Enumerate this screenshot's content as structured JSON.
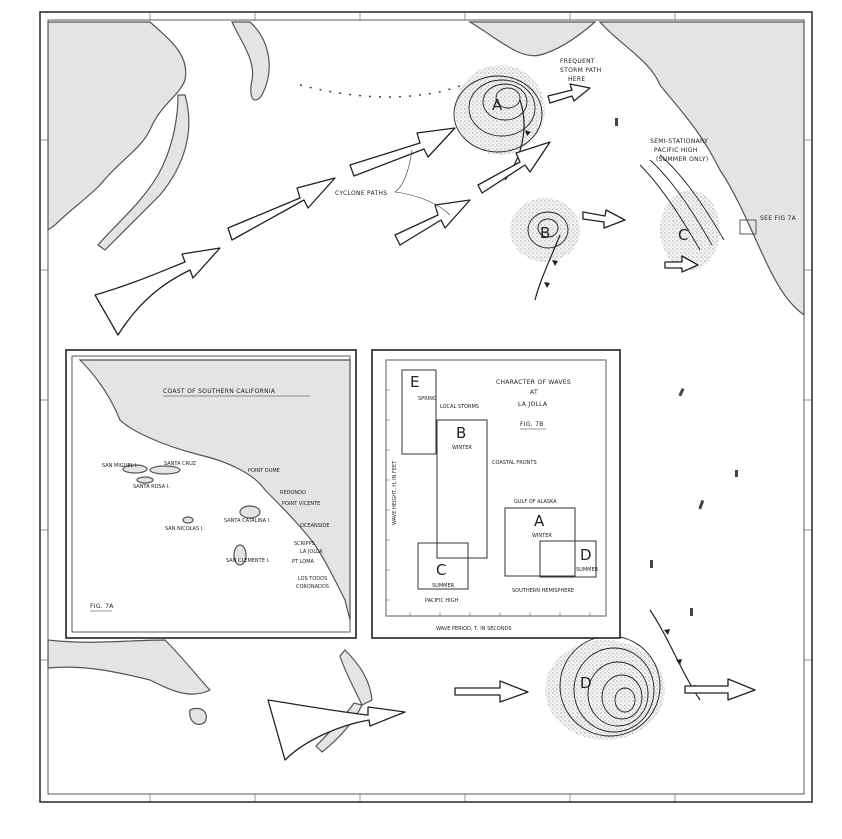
{
  "annotations": {
    "frequent_storm_path": [
      "FREQUENT",
      "STORM PATH",
      "HERE"
    ],
    "semi_stationary_high": [
      "SEMI-STATIONARY",
      "PACIFIC HIGH",
      "(SUMMER ONLY)"
    ],
    "see_fig": "SEE FIG 7A",
    "cyclone_paths": "CYCLONE PATHS"
  },
  "storm_letters": [
    "A",
    "B",
    "C",
    "D"
  ],
  "inset_a": {
    "title": "COAST OF SOUTHERN CALIFORNIA",
    "fig_label": "FIG. 7A",
    "places": [
      "SAN MIGUEL I.",
      "SANTA CRUZ",
      "SANTA ROSA I.",
      "SAN NICOLAS I.",
      "SANTA CATALINA I.",
      "SAN CLEMENTE I.",
      "POINT DUME",
      "REDONDO",
      "POINT VICENTE",
      "OCEANSIDE",
      "SCRIPPS",
      "LA JOLLA",
      "PT LOMA",
      "LOS TODOS",
      "CORONADOS"
    ]
  },
  "inset_b": {
    "title": [
      "CHARACTER OF WAVES",
      "AT",
      "LA JOLLA"
    ],
    "fig_label": "FIG. 7B",
    "xlabel": "WAVE PERIOD, T, IN SECONDS",
    "ylabel": "WAVE HEIGHT, H, IN FEET",
    "boxes": [
      {
        "letter": "E",
        "season": "SPRING",
        "source": "LOCAL STORMS"
      },
      {
        "letter": "B",
        "season": "WINTER",
        "source": "COASTAL FRONTS"
      },
      {
        "letter": "A",
        "season": "WINTER",
        "source": "GULF OF ALASKA"
      },
      {
        "letter": "C",
        "season": "SUMMER",
        "source": "PACIFIC HIGH"
      },
      {
        "letter": "D",
        "season": "SUMMER",
        "source": "SOUTHERN HEMISPHERE"
      }
    ]
  }
}
